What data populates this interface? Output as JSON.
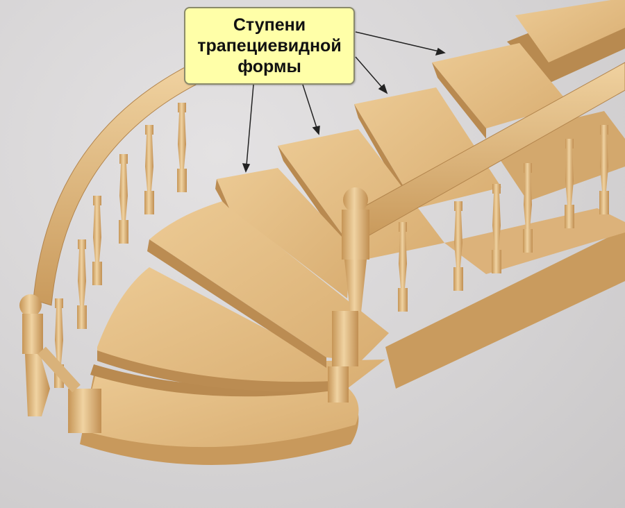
{
  "callout": {
    "line1": "Ступени",
    "line2": "трапециевидной",
    "line3": "формы"
  },
  "colors": {
    "background": "#d9d7d8",
    "wood_light": "#e8c58e",
    "wood_mid": "#d7ac70",
    "wood_dark": "#b98a50",
    "callout_fill": "#ffffa8",
    "callout_border": "#8a8a6a",
    "arrow": "#222222"
  }
}
